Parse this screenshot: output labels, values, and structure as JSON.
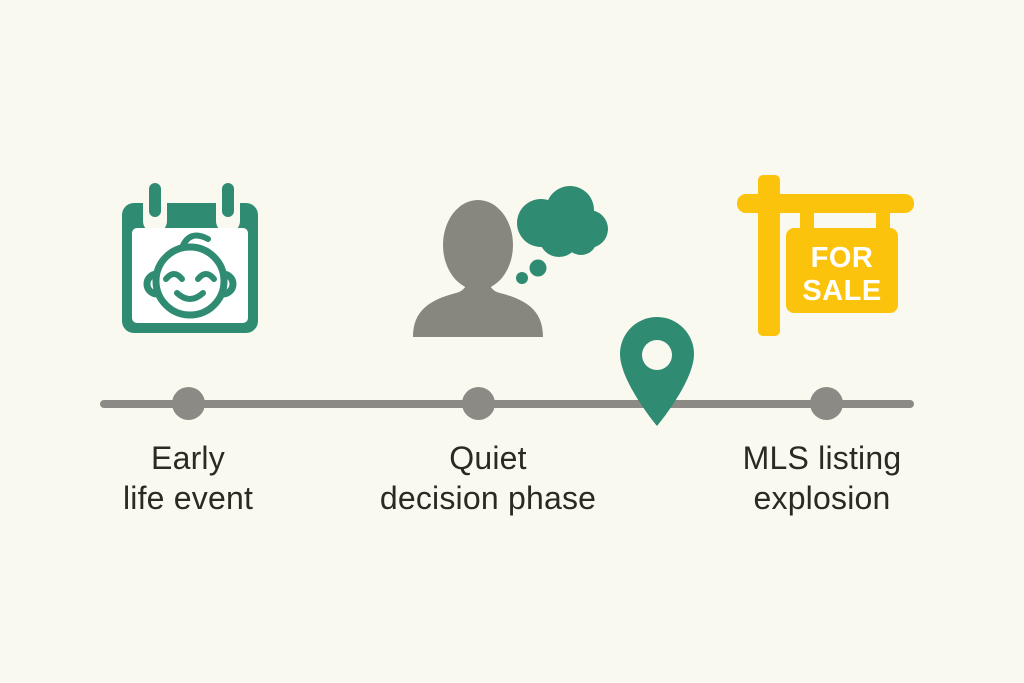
{
  "colors": {
    "background": "#FAF9F0",
    "teal": "#2F8C72",
    "gray": "#87867F",
    "yellow": "#FCC30D",
    "line": "#8B8A84",
    "text": "#2A2922",
    "white": "#FFFFFF"
  },
  "timeline": {
    "stages": [
      {
        "label": "Early\nlife event",
        "icon": "baby-calendar-icon"
      },
      {
        "label": "Quiet\ndecision phase",
        "icon": "person-thinking-icon"
      },
      {
        "label": "MLS listing\nexplosion",
        "icon": "for-sale-sign-icon"
      }
    ],
    "marker_icon": "location-pin-icon"
  },
  "sign_text": {
    "line1": "FOR",
    "line2": "SALE"
  }
}
